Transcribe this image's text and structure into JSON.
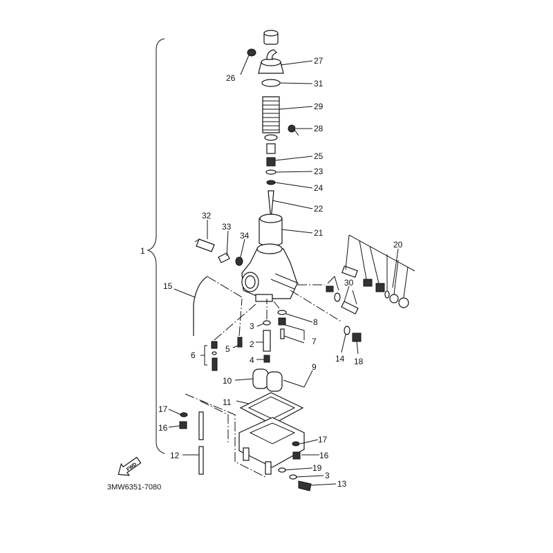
{
  "diagram": {
    "title_code": "3MW6351-7080",
    "fwd_label": "FWD",
    "assembly_label": "1",
    "callouts": {
      "p27": "27",
      "p26": "26",
      "p31": "31",
      "p29": "29",
      "p28": "28",
      "p25": "25",
      "p23": "23",
      "p24": "24",
      "p22": "22",
      "p21": "21",
      "p32": "32",
      "p33": "33",
      "p34": "34",
      "p20": "20",
      "p15": "15",
      "p30": "30",
      "p8": "8",
      "p3a": "3",
      "p7": "7",
      "p2": "2",
      "p5": "5",
      "p6": "6",
      "p4": "4",
      "p14": "14",
      "p18": "18",
      "p9": "9",
      "p10": "10",
      "p11": "11",
      "p17a": "17",
      "p16a": "16",
      "p17b": "17",
      "p16b": "16",
      "p12": "12",
      "p19": "19",
      "p3b": "3",
      "p13": "13"
    }
  }
}
